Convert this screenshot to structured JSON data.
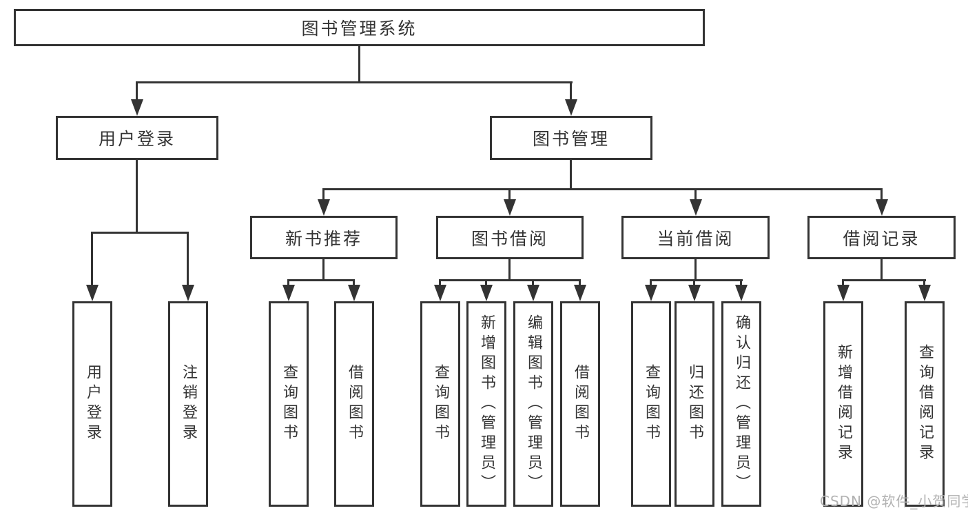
{
  "diagram": {
    "type": "tree",
    "title": "图书管理系统",
    "nodes": {
      "root": {
        "label": "图书管理系统"
      },
      "level1": {
        "user_login": {
          "label": "用户登录",
          "parent": "图书管理系统"
        },
        "book_mgmt": {
          "label": "图书管理",
          "parent": "图书管理系统"
        }
      },
      "level2": {
        "new_book_rec": {
          "label": "新书推荐",
          "parent": "图书管理"
        },
        "book_borrow": {
          "label": "图书借阅",
          "parent": "图书管理"
        },
        "current_borrow": {
          "label": "当前借阅",
          "parent": "图书管理"
        },
        "borrow_record": {
          "label": "借阅记录",
          "parent": "图书管理"
        }
      },
      "leaves": [
        {
          "label": "用户登录",
          "parent": "用户登录"
        },
        {
          "label": "注销登录",
          "parent": "用户登录"
        },
        {
          "label": "查询图书",
          "parent": "新书推荐"
        },
        {
          "label": "借阅图书",
          "parent": "新书推荐"
        },
        {
          "label": "查询图书",
          "parent": "图书借阅"
        },
        {
          "label": "新增图书（管理员）",
          "parent": "图书借阅"
        },
        {
          "label": "编辑图书（管理员）",
          "parent": "图书借阅"
        },
        {
          "label": "借阅图书",
          "parent": "图书借阅"
        },
        {
          "label": "查询图书",
          "parent": "当前借阅"
        },
        {
          "label": "归还图书",
          "parent": "当前借阅"
        },
        {
          "label": "确认归还（管理员）",
          "parent": "当前借阅"
        },
        {
          "label": "新增借阅记录",
          "parent": "借阅记录"
        },
        {
          "label": "查询借阅记录",
          "parent": "借阅记录"
        }
      ]
    },
    "watermark": "CSDN @软件_小贺同学",
    "colors": {
      "line": "#333333",
      "text": "#333333",
      "background": "#ffffff",
      "watermark": "#b2b2b2"
    }
  }
}
